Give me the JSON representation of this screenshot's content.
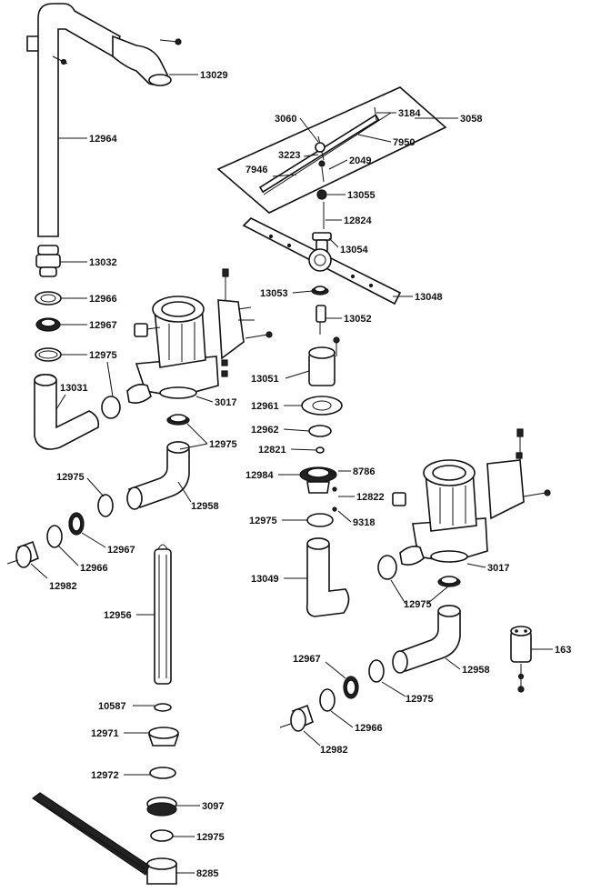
{
  "labels": {
    "p13029": "13029",
    "p12964": "12964",
    "p13032": "13032",
    "p12966a": "12966",
    "p12967a": "12967",
    "p12975a": "12975",
    "p13031": "13031",
    "p3017a": "3017",
    "p12975b": "12975",
    "p12975c": "12975",
    "p12958a": "12958",
    "p12967b": "12967",
    "p12966b": "12966",
    "p12982a": "12982",
    "p12956": "12956",
    "p10587": "10587",
    "p12971": "12971",
    "p12972": "12972",
    "p3097": "3097",
    "p12975d": "12975",
    "p8285": "8285",
    "p3060": "3060",
    "p3184": "3184",
    "p3058": "3058",
    "p3223": "3223",
    "p7950": "7950",
    "p2049": "2049",
    "p7946": "7946",
    "p13055": "13055",
    "p12824": "12824",
    "p13054": "13054",
    "p13053": "13053",
    "p13048": "13048",
    "p13052": "13052",
    "p13051": "13051",
    "p12961": "12961",
    "p12962": "12962",
    "p12821": "12821",
    "p12984": "12984",
    "p8786": "8786",
    "p12822": "12822",
    "p9318": "9318",
    "p12975e": "12975",
    "p13049": "13049",
    "p3017b": "3017",
    "p12975f": "12975",
    "p163": "163",
    "p12958b": "12958",
    "p12967c": "12967",
    "p12975g": "12975",
    "p12966c": "12966",
    "p12982b": "12982"
  }
}
